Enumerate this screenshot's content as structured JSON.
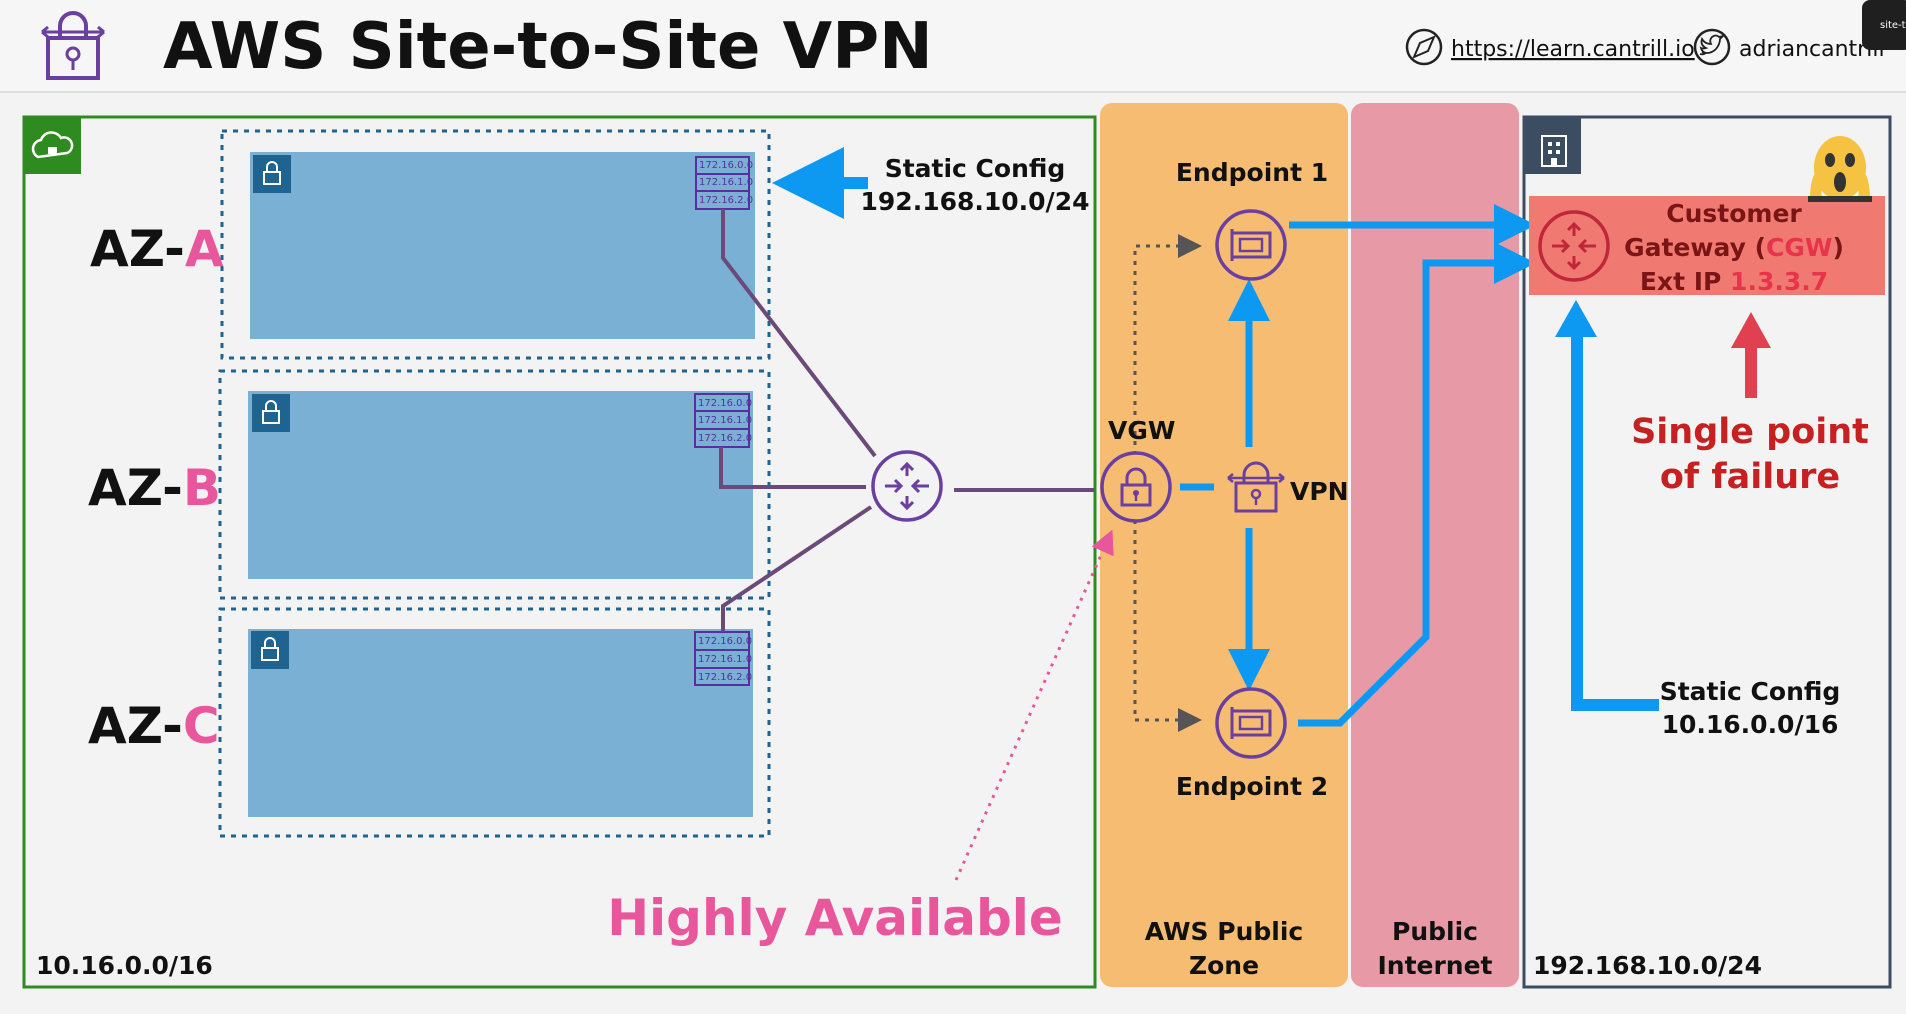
{
  "header": {
    "title": "AWS Site-to-Site VPN",
    "link_url": "https://learn.cantrill.io",
    "twitter_handle": "adriancantrill",
    "corner_badge": "site-t"
  },
  "vpc": {
    "cidr": "10.16.0.0/16",
    "azs": [
      {
        "prefix": "AZ-",
        "letter": "A"
      },
      {
        "prefix": "AZ-",
        "letter": "B"
      },
      {
        "prefix": "AZ-",
        "letter": "C"
      }
    ],
    "route_entries": [
      "172.16.0.0",
      "172.16.1.0",
      "172.16.2.0"
    ],
    "static_config_label": "Static Config",
    "static_config_cidr": "192.168.10.0/24"
  },
  "aws_public_zone": {
    "label_line1": "AWS Public",
    "label_line2": "Zone",
    "vgw_label": "VGW",
    "vpn_label": "VPN",
    "endpoint1_label": "Endpoint 1",
    "endpoint2_label": "Endpoint 2"
  },
  "public_internet": {
    "label_line1": "Public",
    "label_line2": "Internet"
  },
  "customer": {
    "cidr": "192.168.10.0/24",
    "cgw_line1": "Customer",
    "cgw_line2_prefix": "Gateway (",
    "cgw_line2_abbr": "CGW",
    "cgw_line2_suffix": ")",
    "cgw_line3_prefix": "Ext IP ",
    "cgw_ip": "1.3.3.7",
    "spof_line1": "Single point",
    "spof_line2": "of failure",
    "static_config_label": "Static Config",
    "static_config_cidr": "10.16.0.0/16"
  },
  "annotation": {
    "highly_available": "Highly Available"
  },
  "colors": {
    "vpc_border": "#2e8b1f",
    "subnet_fill": "#79b0d3",
    "subnet_border": "#1f6391",
    "purple": "#6b3fa0",
    "route_line": "#6b4a7a",
    "arrow_blue": "#0d98f2",
    "aws_zone": "#f6bd72",
    "internet_zone": "#e79aa5",
    "cgw_fill": "#f07a72",
    "cgw_text": "#7a1515",
    "cgw_highlight": "#e8344b",
    "spof_text": "#c62020",
    "spof_arrow": "#e0404f",
    "pink": "#e8579c",
    "customer_border": "#3c4d62"
  }
}
